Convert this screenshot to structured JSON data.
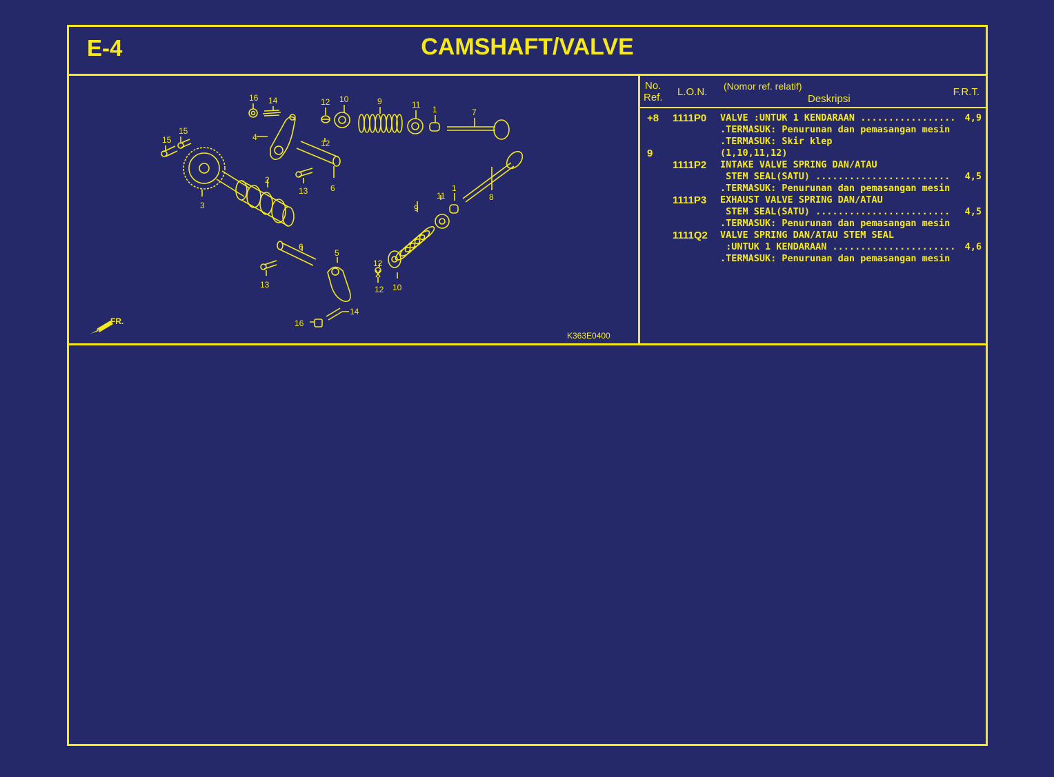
{
  "page": {
    "code": "E-4",
    "title": "CAMSHAFT/VALVE"
  },
  "table_header": {
    "no_ref": [
      "No.",
      "Ref."
    ],
    "lon": "L.O.N.",
    "desc_note": "(Nomor ref. relatif)",
    "desc": "Deskripsi",
    "frt": "F.R.T."
  },
  "table_rows": [
    {
      "ref": "+8",
      "lon": "1111P0",
      "desc": "VALVE :UNTUK 1 KENDARAAN .................",
      "frt": "4,9"
    },
    {
      "ref": "",
      "lon": "",
      "desc": ".TERMASUK: Penurunan dan pemasangan mesin",
      "frt": ""
    },
    {
      "ref": "",
      "lon": "",
      "desc": ".TERMASUK: Skir klep",
      "frt": ""
    },
    {
      "ref": "9",
      "lon": "",
      "desc": "(1,10,11,12)",
      "frt": ""
    },
    {
      "ref": "",
      "lon": "1111P2",
      "desc": "INTAKE VALVE SPRING DAN/ATAU",
      "frt": ""
    },
    {
      "ref": "",
      "lon": "",
      "desc": " STEM SEAL(SATU) ........................",
      "frt": "4,5"
    },
    {
      "ref": "",
      "lon": "",
      "desc": ".TERMASUK: Penurunan dan pemasangan mesin",
      "frt": ""
    },
    {
      "ref": "",
      "lon": "1111P3",
      "desc": "EXHAUST VALVE SPRING DAN/ATAU",
      "frt": ""
    },
    {
      "ref": "",
      "lon": "",
      "desc": " STEM SEAL(SATU) ........................",
      "frt": "4,5"
    },
    {
      "ref": "",
      "lon": "",
      "desc": ".TERMASUK: Penurunan dan pemasangan mesin",
      "frt": ""
    },
    {
      "ref": "",
      "lon": "1111Q2",
      "desc": "VALVE SPRING DAN/ATAU STEM SEAL",
      "frt": ""
    },
    {
      "ref": "",
      "lon": "",
      "desc": " :UNTUK 1 KENDARAAN ......................",
      "frt": "4,6"
    },
    {
      "ref": "",
      "lon": "",
      "desc": ".TERMASUK: Penurunan dan pemasangan mesin",
      "frt": ""
    }
  ],
  "diagram": {
    "image_code": "K363E0400",
    "front_mark": "FR.",
    "callouts": [
      "16",
      "14",
      "12",
      "10",
      "9",
      "11",
      "1",
      "7",
      "15",
      "15",
      "4",
      "12",
      "2",
      "13",
      "6",
      "3",
      "8",
      "11",
      "1",
      "9",
      "6",
      "5",
      "12",
      "13",
      "12",
      "10",
      "14",
      "16"
    ]
  },
  "colors": {
    "background": "#262969",
    "line": "#f5e81c"
  }
}
